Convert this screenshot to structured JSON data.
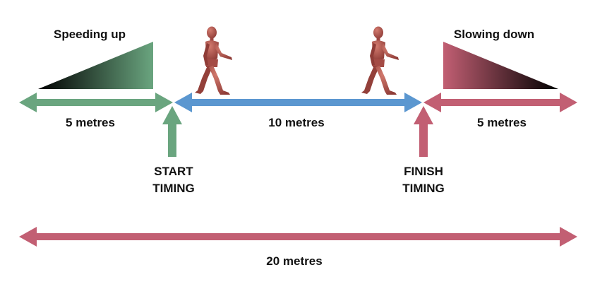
{
  "labels": {
    "speeding_up": "Speeding up",
    "slowing_down": "Slowing down",
    "left_segment": "5 metres",
    "middle_segment": "10 metres",
    "right_segment": "5 metres",
    "start_timing_line1": "START",
    "start_timing_line2": "TIMING",
    "finish_timing_line1": "FINISH",
    "finish_timing_line2": "TIMING",
    "total": "20 metres"
  },
  "colors": {
    "green": "#6aa57f",
    "blue": "#5b97d0",
    "pink": "#c25f73",
    "figure": "#b1544d",
    "text": "#111111"
  },
  "icons": {
    "walker": "walking-figure-icon"
  }
}
